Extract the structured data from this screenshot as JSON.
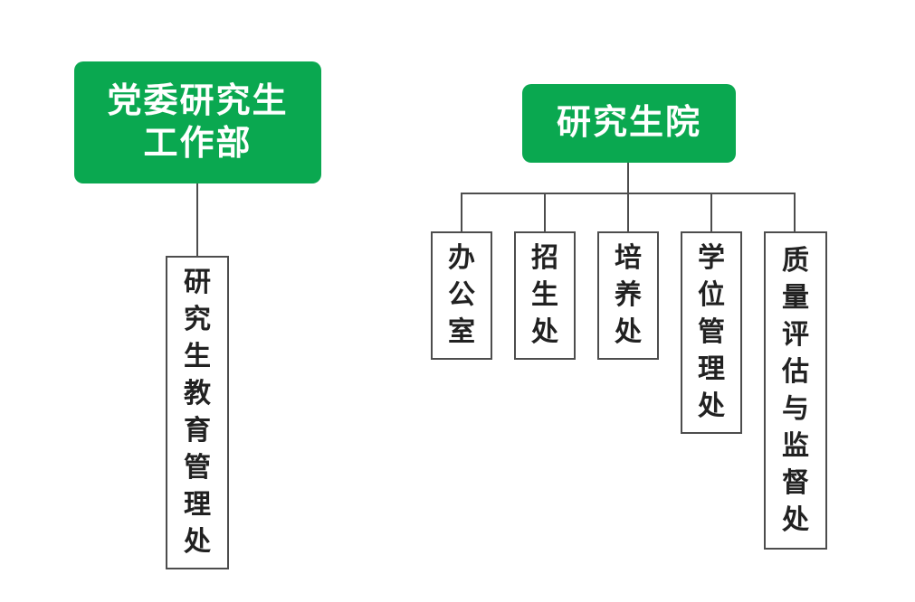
{
  "colors": {
    "node_green": "#0aa850",
    "node_text": "#ffffff",
    "connector_line": "#4d4d4d",
    "child_box_border": "#4d4d4d",
    "child_box_text": "#212121",
    "background": "#ffffff"
  },
  "org_chart": {
    "type": "organization-chart",
    "trees": [
      {
        "root": {
          "label": "党委研究生工作部",
          "display_lines": [
            "党委研究生",
            "工作部"
          ]
        },
        "children": [
          {
            "label": "研究生教育管理处",
            "orientation": "vertical"
          }
        ]
      },
      {
        "root": {
          "label": "研究生院",
          "display_lines": [
            "研究生院"
          ]
        },
        "children": [
          {
            "label": "办公室",
            "orientation": "vertical"
          },
          {
            "label": "招生处",
            "orientation": "vertical"
          },
          {
            "label": "培养处",
            "orientation": "vertical"
          },
          {
            "label": "学位管理处",
            "orientation": "vertical"
          },
          {
            "label": "质量评估与监督处",
            "orientation": "vertical"
          }
        ]
      }
    ]
  }
}
